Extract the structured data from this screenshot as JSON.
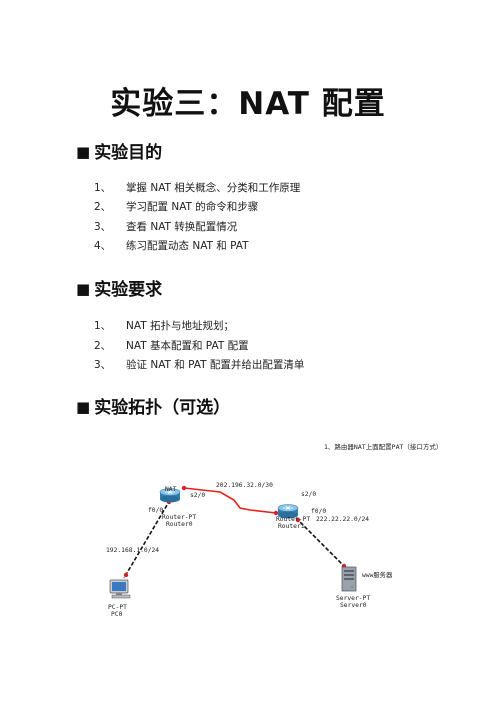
{
  "title": "实验三：NAT 配置",
  "sections": [
    {
      "heading": "实验目的",
      "marker": "■",
      "items": [
        {
          "num": "1、",
          "text": "掌握 NAT 相关概念、分类和工作原理"
        },
        {
          "num": "2、",
          "text": "学习配置 NAT 的命令和步骤"
        },
        {
          "num": "3、",
          "text": "查看 NAT 转换配置情况"
        },
        {
          "num": "4、",
          "text": "练习配置动态 NAT 和 PAT"
        }
      ]
    },
    {
      "heading": "实验要求",
      "marker": "■",
      "items": [
        {
          "num": "1、",
          "text": "NAT 拓扑与地址规划；"
        },
        {
          "num": "2、",
          "text": "NAT 基本配置和 PAT 配置"
        },
        {
          "num": "3、",
          "text": "验证 NAT 和 PAT 配置并给出配置清单"
        }
      ]
    },
    {
      "heading": "实验拓扑（可选）",
      "marker": "■",
      "items": []
    }
  ],
  "topology": {
    "note": "1、路由器NAT上面配置PAT（接口方式）",
    "serial_network": "202.196.32.0/30",
    "router0": {
      "tag": "NAT",
      "model": "Router-PT",
      "name": "Router0",
      "port_serial": "s2/0",
      "port_lan": "f0/0"
    },
    "router1": {
      "model": "Router-PT",
      "name": "Router1",
      "port_serial": "s2/0",
      "port_lan": "f0/0"
    },
    "lan_left": "192.168.1.0/24",
    "lan_right": "222.22.22.0/24",
    "pc": {
      "model": "PC-PT",
      "name": "PC0"
    },
    "server": {
      "model": "Server-PT",
      "name": "Server0",
      "role": "www服务器"
    },
    "colors": {
      "serial_link": "#e2231a",
      "ethernet_link": "#111111",
      "link_endpoint": "#d0232a",
      "router_body": "#2f7fb5"
    }
  }
}
